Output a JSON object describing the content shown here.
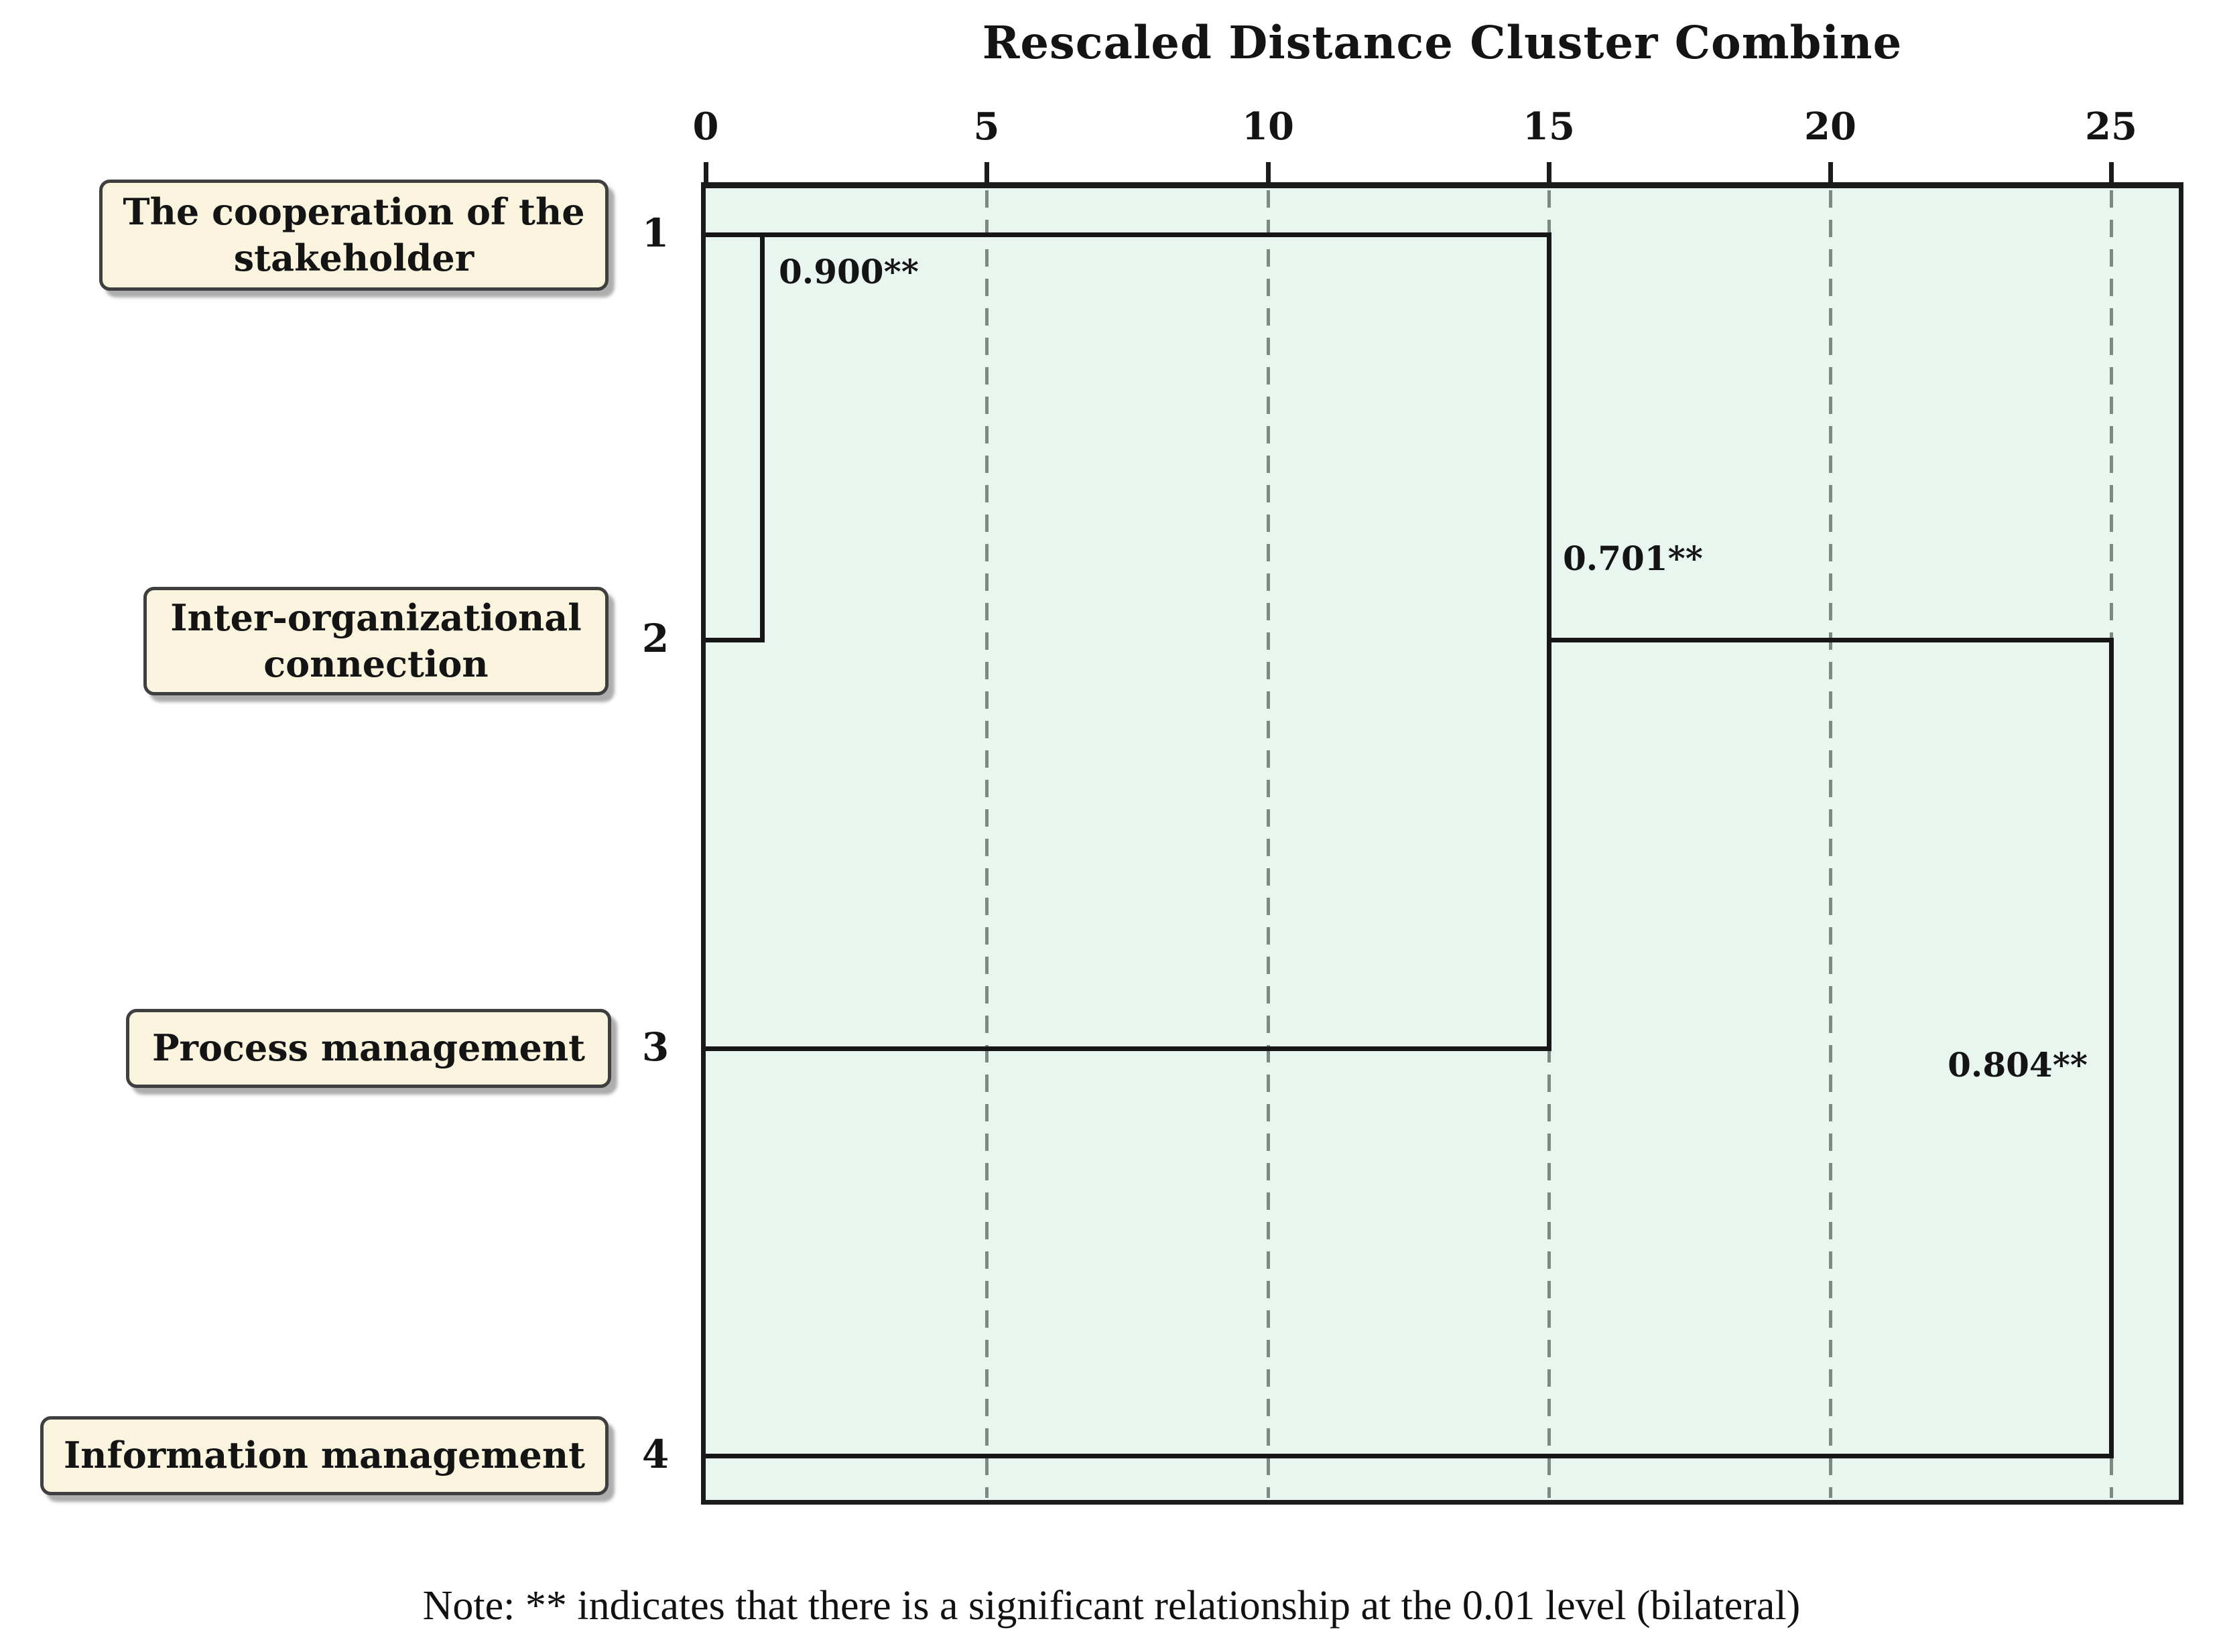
{
  "title": "Rescaled Distance Cluster Combine",
  "axis": {
    "ticks": [
      "0",
      "5",
      "10",
      "15",
      "20",
      "25"
    ]
  },
  "rows": [
    {
      "number": "1",
      "label": "The cooperation of the stakeholder"
    },
    {
      "number": "2",
      "label": "Inter-organizational connection"
    },
    {
      "number": "3",
      "label": "Process management"
    },
    {
      "number": "4",
      "label": "Information management"
    }
  ],
  "annotations": {
    "join_1_2": "0.900**",
    "join_12_3": "0.701**",
    "join_123_4": "0.804**"
  },
  "note": "Note: ** indicates that there is a significant relationship at the 0.01 level (bilateral)",
  "colors": {
    "plot_background": "#e9f5ef",
    "line": "#161616",
    "gridline": "#7d8a84",
    "label_box_fill": "#faf4df",
    "label_box_border": "#3f3f3f",
    "page_background": "#ffffff"
  },
  "chart_data": {
    "type": "dendrogram",
    "orientation": "horizontal",
    "title": "Rescaled Distance Cluster Combine",
    "x_axis": {
      "label": "Rescaled Distance Cluster Combine",
      "ticks": [
        0,
        5,
        10,
        15,
        20,
        25
      ],
      "range": [
        0,
        25
      ],
      "grid": "dashed vertical lines at 5, 10, 15, 20, 25"
    },
    "leaves": [
      {
        "id": 1,
        "label": "The cooperation of the stakeholder"
      },
      {
        "id": 2,
        "label": "Inter-organizational connection"
      },
      {
        "id": 3,
        "label": "Process management"
      },
      {
        "id": 4,
        "label": "Information management"
      }
    ],
    "merges": [
      {
        "members": [
          1,
          2
        ],
        "rescaled_distance": 1,
        "correlation_label": "0.900**"
      },
      {
        "members": [
          [
            1,
            2
          ],
          3
        ],
        "rescaled_distance": 15,
        "correlation_label": "0.701**"
      },
      {
        "members": [
          [
            1,
            2,
            3
          ],
          4
        ],
        "rescaled_distance": 25,
        "correlation_label": "0.804**"
      }
    ],
    "note": "Note: ** indicates that there is a significant relationship at the 0.01 level (bilateral)",
    "legend": "none"
  }
}
